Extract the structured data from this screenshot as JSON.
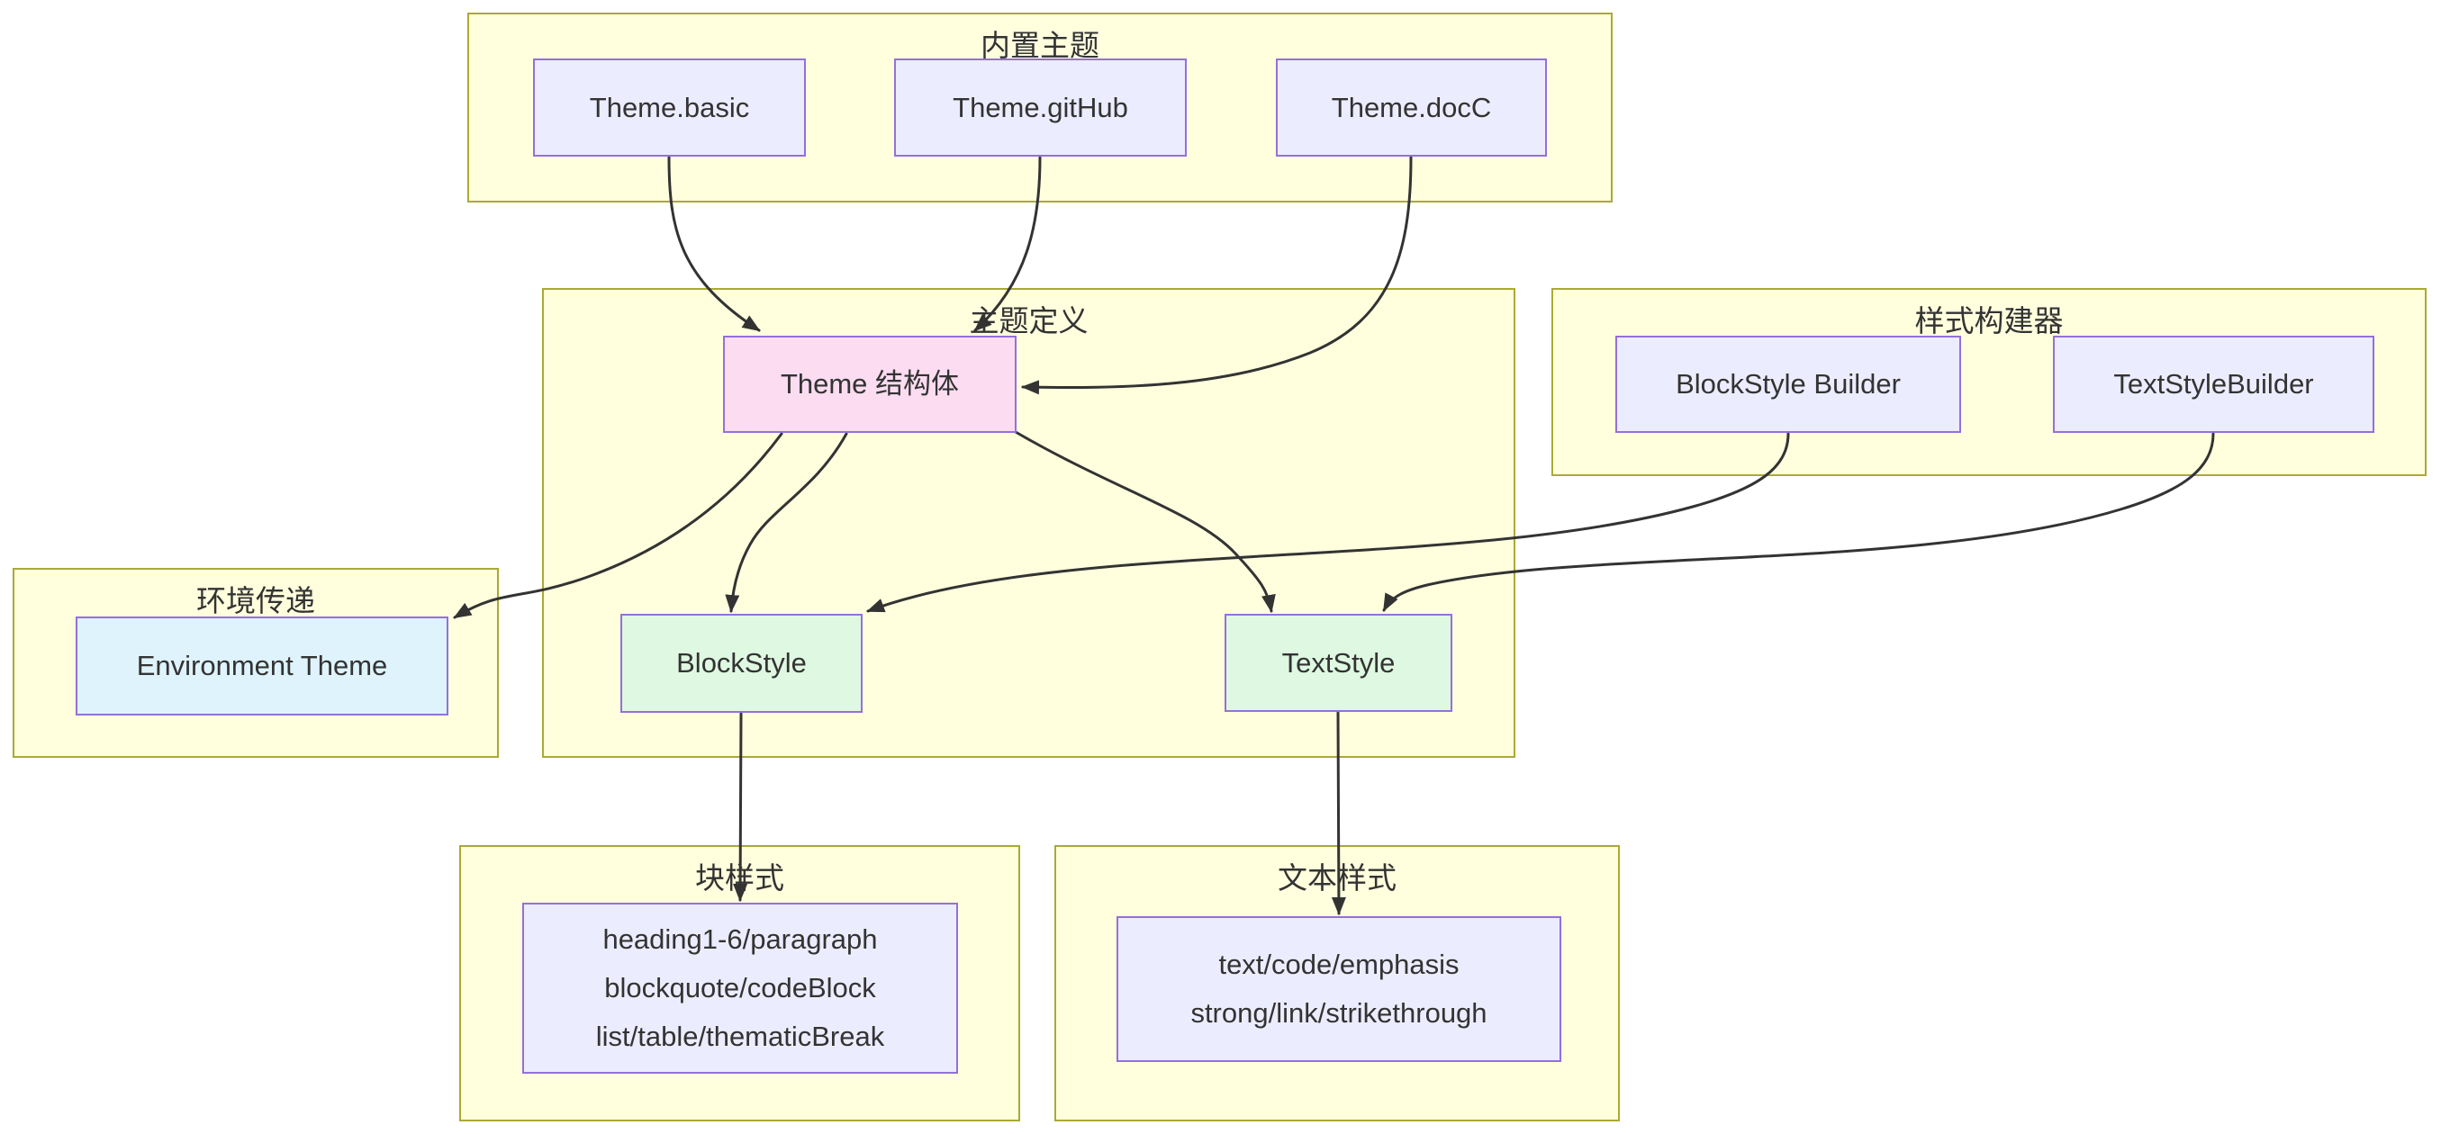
{
  "diagram_type": "flowchart",
  "colors": {
    "canvas_bg": "#FFFFFF",
    "subgraph_fill": "#FFFFDE",
    "subgraph_border": "#AAAA33",
    "node_fill": "#ECECFF",
    "node_border": "#9370DB",
    "pink_node_fill": "#FBDCF0",
    "green_node_fill": "#DFF8E2",
    "blue_node_fill": "#DEF3FB",
    "edge_color": "#333333",
    "text_color": "#333333"
  },
  "subgraphs": {
    "builtin": {
      "title": "内置主题"
    },
    "themedef": {
      "title": "主题定义"
    },
    "builder": {
      "title": "样式构建器"
    },
    "env": {
      "title": "环境传递"
    },
    "blockstyles": {
      "title": "块样式"
    },
    "textstyles": {
      "title": "文本样式"
    }
  },
  "nodes": {
    "theme_basic": {
      "label": "Theme.basic"
    },
    "theme_github": {
      "label": "Theme.gitHub"
    },
    "theme_docc": {
      "label": "Theme.docC"
    },
    "theme_struct": {
      "label": "Theme 结构体"
    },
    "blockstyle_builder": {
      "label": "BlockStyle Builder"
    },
    "textstyle_builder": {
      "label": "TextStyleBuilder"
    },
    "environment_theme": {
      "label": "Environment Theme"
    },
    "blockstyle": {
      "label": "BlockStyle"
    },
    "textstyle": {
      "label": "TextStyle"
    },
    "block_elements": {
      "line1": "heading1-6/paragraph",
      "line2": "blockquote/codeBlock",
      "line3": "list/table/thematicBreak"
    },
    "text_elements": {
      "line1": "text/code/emphasis",
      "line2": "strong/link/strikethrough"
    }
  },
  "edges": [
    {
      "from": "Theme.basic",
      "to": "Theme 结构体"
    },
    {
      "from": "Theme.gitHub",
      "to": "Theme 结构体"
    },
    {
      "from": "Theme.docC",
      "to": "Theme 结构体"
    },
    {
      "from": "Theme 结构体",
      "to": "Environment Theme"
    },
    {
      "from": "Theme 结构体",
      "to": "BlockStyle"
    },
    {
      "from": "Theme 结构体",
      "to": "TextStyle"
    },
    {
      "from": "BlockStyle Builder",
      "to": "BlockStyle"
    },
    {
      "from": "TextStyleBuilder",
      "to": "TextStyle"
    },
    {
      "from": "BlockStyle",
      "to": "heading1-6/paragraph blockquote/codeBlock list/table/thematicBreak"
    },
    {
      "from": "TextStyle",
      "to": "text/code/emphasis strong/link/strikethrough"
    }
  ]
}
